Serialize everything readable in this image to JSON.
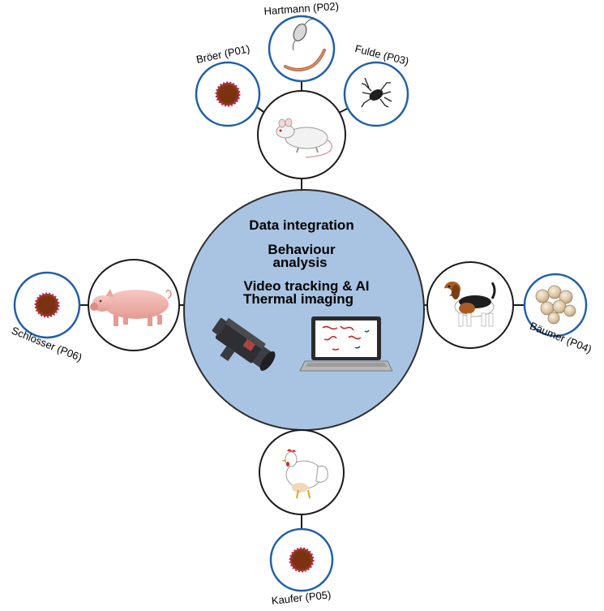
{
  "center": {
    "line1": "Data integration",
    "line2a": "Behaviour",
    "line2b": "analysis",
    "line3a": "Video tracking & AI",
    "line3b": "Thermal imaging"
  },
  "projects": {
    "p01": "Bröer (P01)",
    "p02": "Hartmann (P02)",
    "p03": "Fulde (P03)",
    "p04": "Bäumer (P04)",
    "p05": "Kaufer (P05)",
    "p06": "Schlosser (P06)"
  },
  "colors": {
    "center_fill": "#a9c4e3",
    "center_stroke": "#2d2d2d",
    "project_ring": "#1f5fa8",
    "animal_ring": "#1a1a1a",
    "connector": "#1a1a1a",
    "cell_fill": "#8a3a14",
    "cell_spikes": "#c0245a"
  },
  "icons": {
    "mouse": "mouse-icon",
    "pig": "pig-icon",
    "dog": "beagle-icon",
    "chicken": "chicken-icon",
    "camera": "thermal-camera-icon",
    "laptop": "laptop-tracking-icon",
    "cell": "virus-cell-icon",
    "worm": "nematode-parasite-icon",
    "tick": "tick-icon",
    "oocysts": "oocyst-cluster-icon"
  }
}
